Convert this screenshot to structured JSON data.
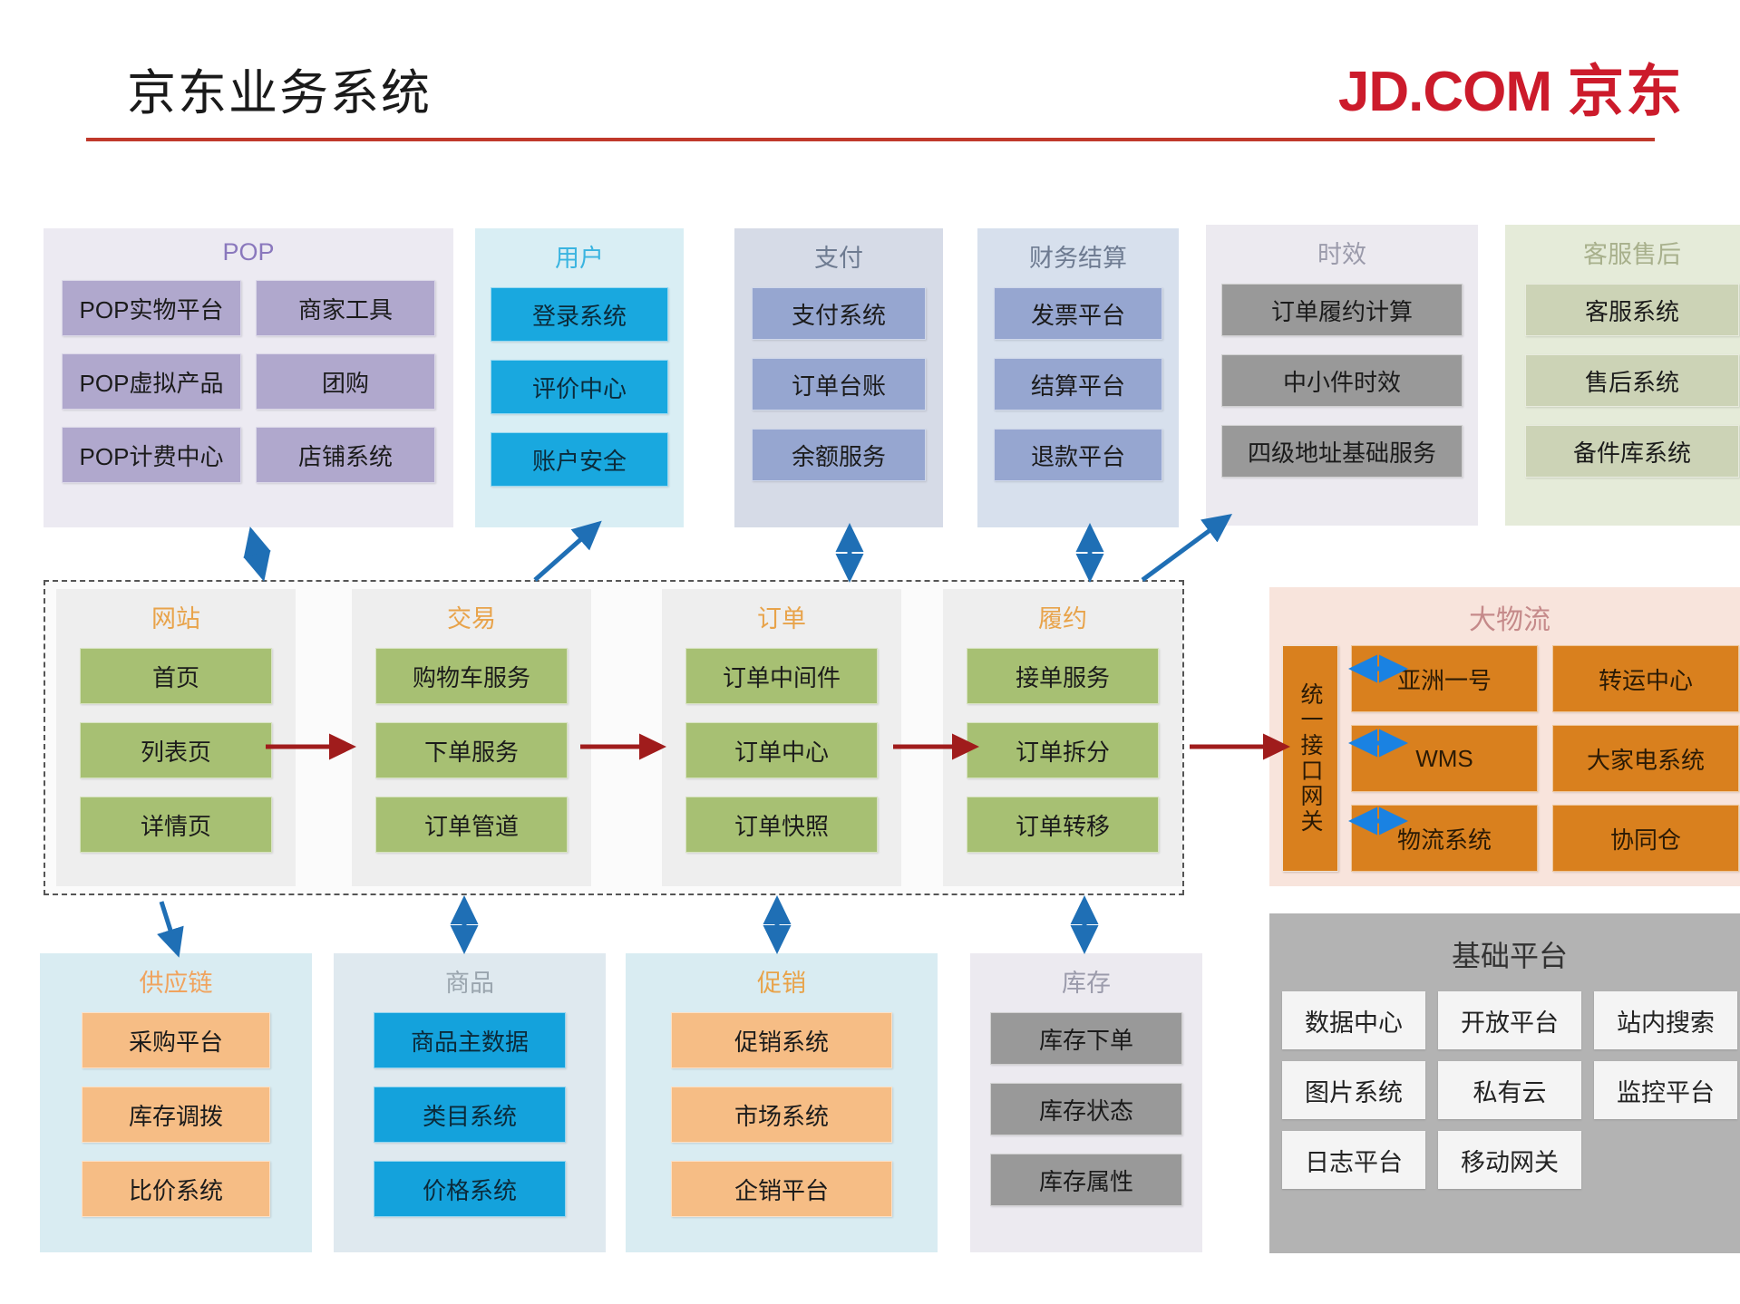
{
  "header": {
    "title": "京东业务系统",
    "logo_latin": "JD.COM",
    "logo_cn": "京东",
    "logo_color": "#cc1b2b",
    "rule_color": "#c0392b"
  },
  "top_groups": [
    {
      "id": "pop",
      "title": "POP",
      "title_color": "#8a78bd",
      "panel_color": "#eceaf2",
      "card_color": "#b0a8cd",
      "layout": "grid2",
      "cards": [
        "POP实物平台",
        "商家工具",
        "POP虚拟产品",
        "团购",
        "POP计费中心",
        "店铺系统"
      ]
    },
    {
      "id": "user",
      "title": "用户",
      "title_color": "#39b4e0",
      "panel_color": "#d9eef4",
      "card_color": "#19a8df",
      "layout": "stack",
      "cards": [
        "登录系统",
        "评价中心",
        "账户安全"
      ]
    },
    {
      "id": "payment",
      "title": "支付",
      "title_color": "#6e7b91",
      "panel_color": "#d6dbe7",
      "card_color": "#96a6d0",
      "layout": "stack",
      "cards": [
        "支付系统",
        "订单台账",
        "余额服务"
      ]
    },
    {
      "id": "finance",
      "title": "财务结算",
      "title_color": "#6e7b91",
      "panel_color": "#d7e0ed",
      "card_color": "#96a6d0",
      "layout": "stack",
      "cards": [
        "发票平台",
        "结算平台",
        "退款平台"
      ]
    },
    {
      "id": "timeliness",
      "title": "时效",
      "title_color": "#9b9bab",
      "panel_color": "#eceaf0",
      "card_color": "#999999",
      "layout": "stack",
      "cards": [
        "订单履约计算",
        "中小件时效",
        "四级地址基础服务"
      ]
    },
    {
      "id": "aftersales",
      "title": "客服售后",
      "title_color": "#a8b08c",
      "panel_color": "#e5ebd9",
      "card_color": "#ccd3b6",
      "layout": "stack",
      "cards": [
        "客服系统",
        "售后系统",
        "备件库系统"
      ]
    }
  ],
  "core_groups": [
    {
      "id": "website",
      "title": "网站",
      "title_color": "#e8a34a",
      "panel_color": "#eeeeee",
      "card_color": "#a7c073",
      "cards": [
        "首页",
        "列表页",
        "详情页"
      ]
    },
    {
      "id": "trade",
      "title": "交易",
      "title_color": "#e8a34a",
      "panel_color": "#eeeeee",
      "card_color": "#a7c073",
      "cards": [
        "购物车服务",
        "下单服务",
        "订单管道"
      ]
    },
    {
      "id": "order",
      "title": "订单",
      "title_color": "#e8a34a",
      "panel_color": "#eeeeee",
      "card_color": "#a7c073",
      "cards": [
        "订单中间件",
        "订单中心",
        "订单快照"
      ]
    },
    {
      "id": "fulfillment",
      "title": "履约",
      "title_color": "#e8a34a",
      "panel_color": "#eeeeee",
      "card_color": "#a7c073",
      "cards": [
        "接单服务",
        "订单拆分",
        "订单转移"
      ]
    }
  ],
  "logistics": {
    "id": "logistics",
    "title": "大物流",
    "title_color": "#c58a8a",
    "panel_color": "#f8e4dc",
    "card_color": "#d9801e",
    "gateway_label": "统一接口网关",
    "cards": [
      "亚洲一号",
      "转运中心",
      "WMS",
      "大家电系统",
      "物流系统",
      "协同仓"
    ]
  },
  "bottom_groups": [
    {
      "id": "supplychain",
      "title": "供应链",
      "title_color": "#f0a35e",
      "panel_color": "#d9ecf2",
      "card_color": "#f6bd85",
      "cards": [
        "采购平台",
        "库存调拨",
        "比价系统"
      ]
    },
    {
      "id": "product",
      "title": "商品",
      "title_color": "#9aa5ae",
      "panel_color": "#dfe9ef",
      "card_color": "#14a2dc",
      "cards": [
        "商品主数据",
        "类目系统",
        "价格系统"
      ]
    },
    {
      "id": "promotion",
      "title": "促销",
      "title_color": "#e8a34a",
      "panel_color": "#d9ecf2",
      "card_color": "#f6bd85",
      "cards": [
        "促销系统",
        "市场系统",
        "企销平台"
      ]
    },
    {
      "id": "inventory",
      "title": "库存",
      "title_color": "#9b9bab",
      "panel_color": "#eceaf0",
      "card_color": "#999999",
      "cards": [
        "库存下单",
        "库存状态",
        "库存属性"
      ]
    }
  ],
  "platform": {
    "id": "platform",
    "title": "基础平台",
    "title_color": "#333333",
    "panel_color": "#b3b3b3",
    "cards": [
      "数据中心",
      "开放平台",
      "站内搜索",
      "图片系统",
      "私有云",
      "监控平台",
      "日志平台",
      "移动网关",
      ""
    ]
  },
  "arrow_colors": {
    "blue": "#1f6fb5",
    "red": "#a01c1c",
    "light_blue": "#1a82e2"
  }
}
